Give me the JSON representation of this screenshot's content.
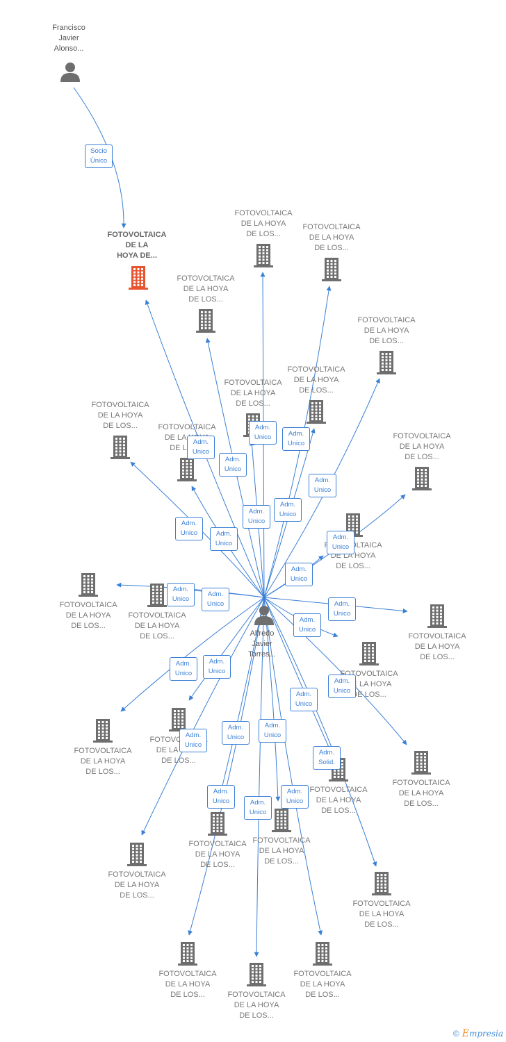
{
  "colors": {
    "edge": "#3a7fd6",
    "node": "#6e6e6e",
    "focus": "#e8542f"
  },
  "company_label": "FOTOVOLTAICA\nDE LA HOYA\nDE LOS...",
  "persons": [
    {
      "name": "Francisco\nJavier\nAlonso..."
    },
    {
      "name": "Alfredo\nJavier\nTorres..."
    }
  ],
  "focus_company": {
    "name": "FOTOVOLTAICA\nDE LA\nHOYA DE..."
  },
  "relations": {
    "socio_unico": "Socio\nÚnico",
    "adm_unico": "Adm.\nUnico",
    "adm_solid": "Adm.\nSolid."
  },
  "copyright": {
    "symbol": "©",
    "brand_first": "E",
    "brand_rest": "mpresia"
  }
}
